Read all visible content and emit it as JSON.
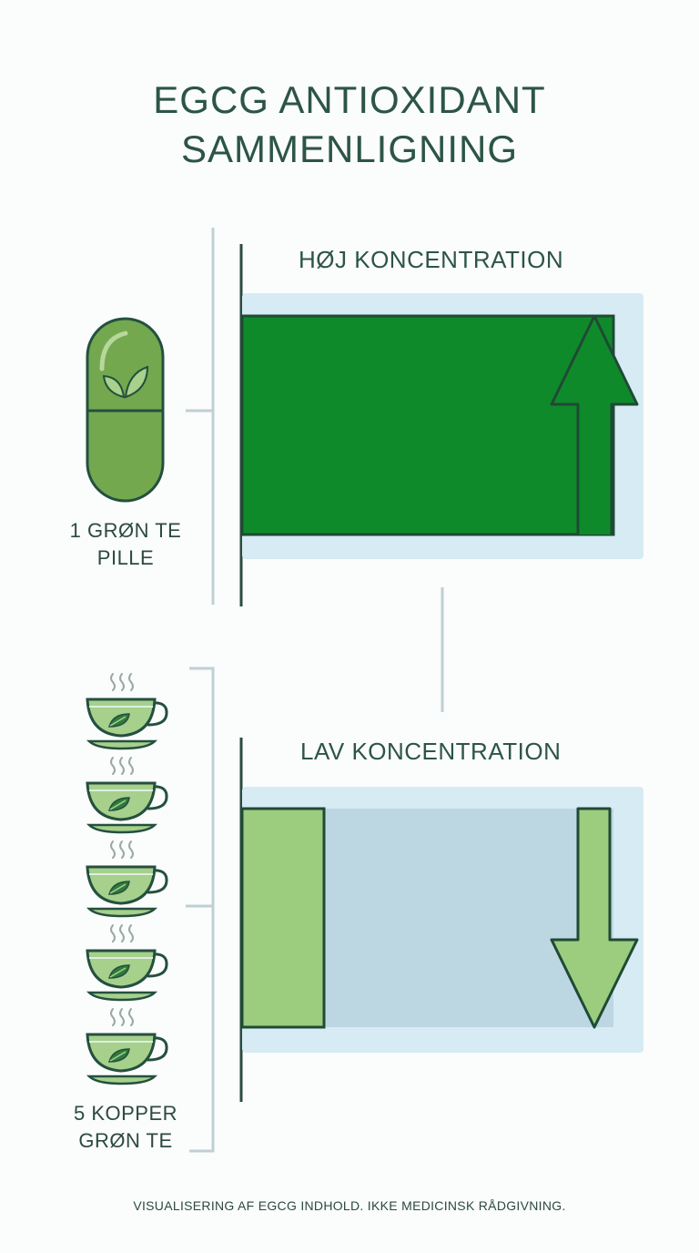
{
  "title": {
    "line1": "EGCG ANTIOXIDANT",
    "line2": "SAMMENLIGNING"
  },
  "high": {
    "heading": "HØJ KONCENTRATION",
    "source_line1": "1 GRØN TE",
    "source_line2": "PILLE",
    "level": 0.97,
    "direction": "up"
  },
  "low": {
    "heading": "LAV KONCENTRATION",
    "source_line1": "5 KOPPER",
    "source_line2": "GRØN TE",
    "level": 0.22,
    "direction": "down",
    "cup_count": 5
  },
  "footer": "VISUALISERING AF EGCG INDHOLD. IKKE MEDICINSK RÅDGIVNING.",
  "colors": {
    "title_text": "#2c5545",
    "line": "#bfcfd4",
    "axis": "#2c4a40",
    "panel_bg": "#d6ebf4",
    "high_bar": "#0f8a2a",
    "low_bar": "#9ccc7e",
    "low_track": "#bcd7e2",
    "pill_fill": "#73a84f",
    "cup_fill": "#a6d08b"
  },
  "icons": {
    "pill": "green-tea-pill-icon",
    "cup": "green-tea-cup-icon",
    "arrow_up": "arrow-up-icon",
    "arrow_down": "arrow-down-icon"
  }
}
